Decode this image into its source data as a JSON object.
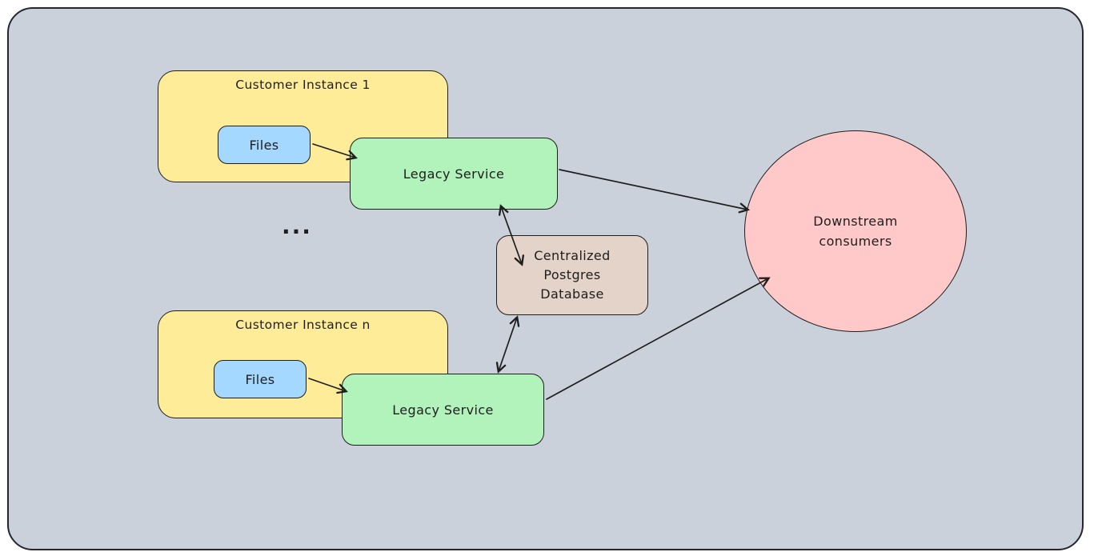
{
  "canvas": {
    "frame_fill": "#cbd1da",
    "stroke": "#1e1e1e"
  },
  "nodes": {
    "customer_instance_1": {
      "label": "Customer Instance 1",
      "fill": "#ffec99"
    },
    "files_1": {
      "label": "Files",
      "fill": "#a5d8ff"
    },
    "legacy_service_1": {
      "label": "Legacy Service",
      "fill": "#b2f2bb"
    },
    "ellipsis": {
      "label": "..."
    },
    "customer_instance_n": {
      "label": "Customer Instance n",
      "fill": "#ffec99"
    },
    "files_n": {
      "label": "Files",
      "fill": "#a5d8ff"
    },
    "legacy_service_n": {
      "label": "Legacy Service",
      "fill": "#b2f2bb"
    },
    "central_database": {
      "lines": [
        "Centralized",
        "Postgres",
        "Database"
      ],
      "fill": "#e4d3c8"
    },
    "downstream_consumers": {
      "lines": [
        "Downstream",
        "consumers"
      ],
      "fill": "#ffc9c9"
    }
  },
  "edges": [
    {
      "from": "files_1",
      "to": "legacy_service_1",
      "direction": "one-way"
    },
    {
      "from": "legacy_service_1",
      "to": "downstream_consumers",
      "direction": "one-way"
    },
    {
      "from": "legacy_service_1",
      "to": "central_database",
      "direction": "two-way"
    },
    {
      "from": "central_database",
      "to": "legacy_service_n",
      "direction": "two-way"
    },
    {
      "from": "files_n",
      "to": "legacy_service_n",
      "direction": "one-way"
    },
    {
      "from": "legacy_service_n",
      "to": "downstream_consumers",
      "direction": "one-way"
    }
  ]
}
